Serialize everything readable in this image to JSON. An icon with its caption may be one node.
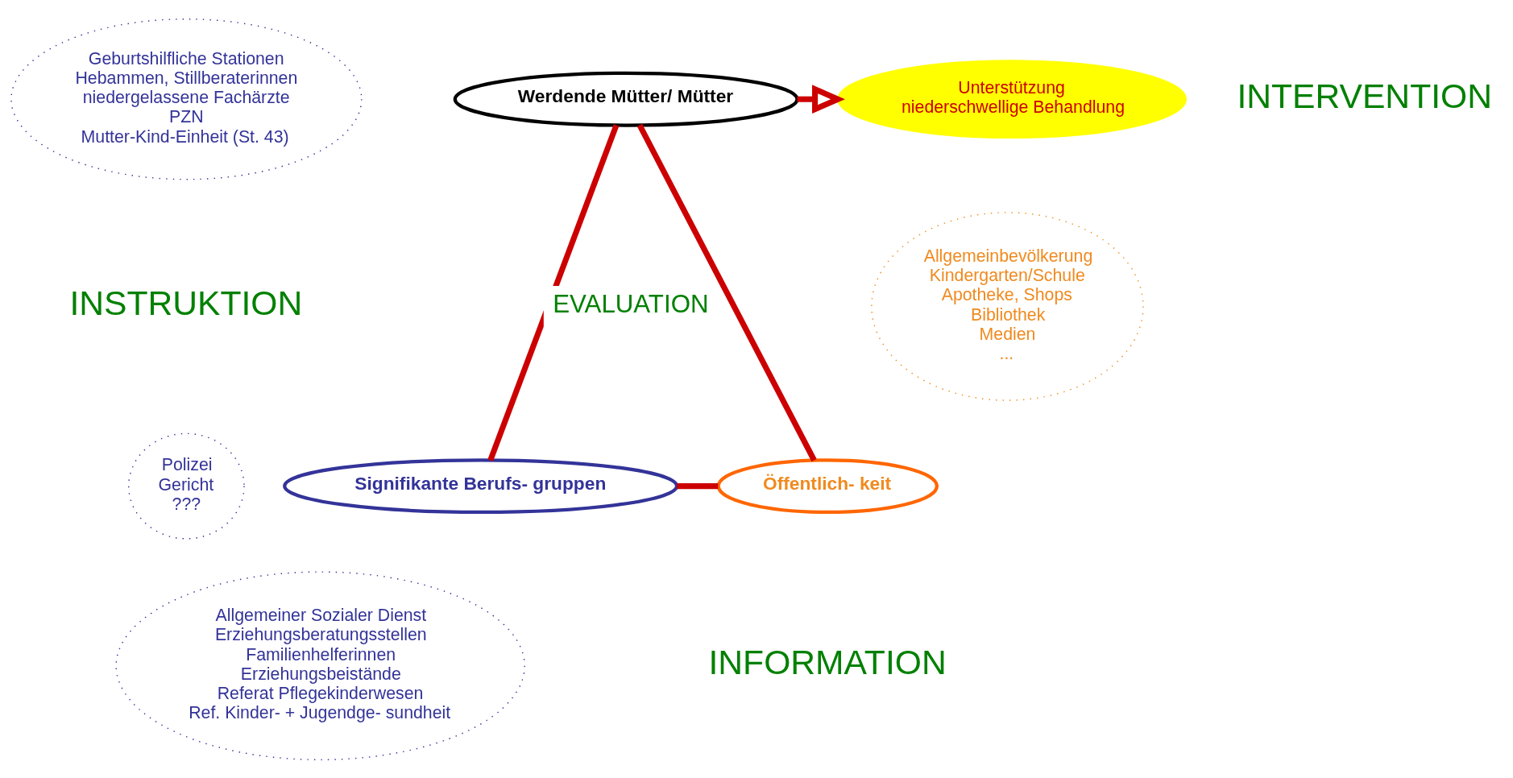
{
  "diagram": {
    "nodes": [
      {
        "text": [
          "Werdende Mütter/ Mütter"
        ]
      },
      {
        "text": [
          "Signifikante Berufs- gruppen"
        ]
      },
      {
        "text": [
          "Öffentlich- keit"
        ]
      },
      {
        "text": [
          "Unterstützung",
          "niederschwellige Behandlung"
        ]
      },
      {
        "text": [
          "Geburtshilfliche Stationen",
          "Hebammen, Stillberaterinnen",
          "niedergelassene Fachärzte",
          "PZN",
          "Mutter-Kind-Einheit (St. 43)"
        ]
      },
      {
        "text": [
          "Polizei",
          "Gericht",
          "???"
        ]
      },
      {
        "text": [
          "Allgemeiner Sozialer Dienst",
          "Erziehungsberatungsstellen",
          "Familienhelferinnen",
          "Erziehungsbeistände",
          "Referat Pflegekinderwesen",
          "Ref. Kinder- + Jugendge- sundheit"
        ]
      },
      {
        "text": [
          "Allgemeinbevölkerung",
          "Kindergarten/Schule",
          "Apotheke, Shops",
          "Bibliothek",
          "Medien",
          "..."
        ]
      }
    ],
    "edges": [
      {
        "from": 0,
        "to": 1,
        "arrow": "none"
      },
      {
        "from": 0,
        "to": 2,
        "arrow": "none"
      },
      {
        "from": 1,
        "to": 2,
        "arrow": "none"
      },
      {
        "from": 0,
        "to": 3,
        "arrow": "to"
      }
    ],
    "labels": [
      "INTERVENTION",
      "EVALUATION",
      "INSTRUKTION",
      "INFORMATION"
    ]
  }
}
